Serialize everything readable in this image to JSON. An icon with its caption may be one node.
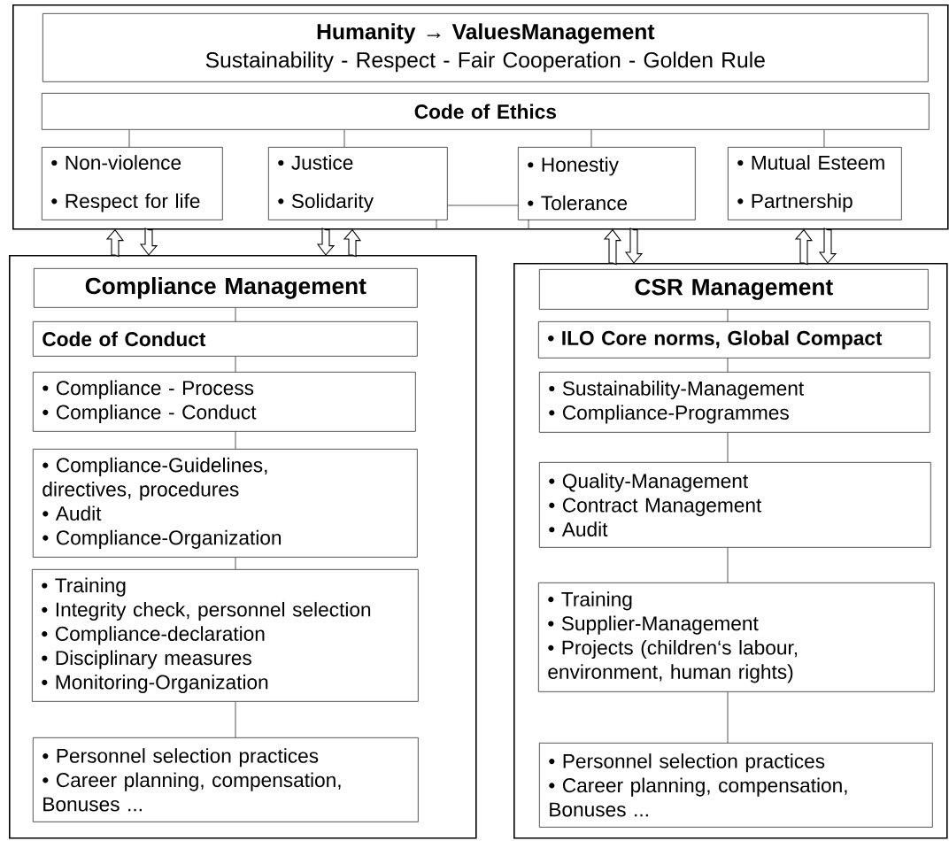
{
  "diagram": {
    "nodes": [
      {
        "text": [],
        "shape": "box"
      },
      {
        "text": [
          "Humanity → ValuesManagement",
          "Sustainability - Respect - Fair Cooperation - Golden Rule"
        ],
        "in": 0
      },
      {
        "text": [
          "Code of Ethics"
        ],
        "in": 0
      },
      {
        "text": [
          "• Non-violence",
          "• Respect for life"
        ],
        "in": 0
      },
      {
        "text": [
          "• Justice",
          "• Solidarity"
        ],
        "in": 0
      },
      {
        "text": [
          "• Honestiy",
          "• Tolerance"
        ],
        "in": 0
      },
      {
        "text": [
          "• Mutual Esteem",
          "• Partnership"
        ],
        "in": 0
      },
      {
        "text": [],
        "shape": "box"
      },
      {
        "text": [
          "Compliance Management"
        ],
        "in": 7
      },
      {
        "text": [
          "Code of Conduct"
        ],
        "in": 7
      },
      {
        "text": [
          "• Compliance - Process",
          "• Compliance - Conduct"
        ],
        "in": 7
      },
      {
        "text": [
          "• Compliance-Guidelines, directives, procedures",
          "• Audit",
          "• Compliance-Organization"
        ],
        "in": 7
      },
      {
        "text": [
          "• Training",
          "• Integrity check, personnel selection",
          "• Compliance-declaration",
          "• Disciplinary measures",
          "• Monitoring-Organization"
        ],
        "in": 7
      },
      {
        "text": [
          "• Personnel selection practices",
          "• Career planning, compensation, Bonuses ..."
        ],
        "in": 7
      },
      {
        "text": [],
        "shape": "box"
      },
      {
        "text": [
          "CSR Management"
        ],
        "in": 14
      },
      {
        "text": [
          "• ILO Core norms, Global Compact"
        ],
        "in": 14
      },
      {
        "text": [
          "• Sustainability-Management",
          "• Compliance-Programmes"
        ],
        "in": 14
      },
      {
        "text": [
          "• Quality-Management",
          "• Contract Management",
          "• Audit"
        ],
        "in": 14
      },
      {
        "text": [
          "• Training",
          "• Supplier-Management",
          "• Projects (children‘s labour, environment, human rights)"
        ],
        "in": 14
      },
      {
        "text": [
          "• Personnel selection practices",
          "• Career planning, compensation, Bonuses ..."
        ],
        "in": 14
      }
    ],
    "edges": [
      {
        "from": 2,
        "to": 3,
        "arrow": "none"
      },
      {
        "from": 2,
        "to": 4,
        "arrow": "none"
      },
      {
        "from": 2,
        "to": 5,
        "arrow": "none"
      },
      {
        "from": 2,
        "to": 6,
        "arrow": "none"
      },
      {
        "from": 4,
        "to": 5,
        "arrow": "none"
      },
      {
        "from": 7,
        "to": 0,
        "arrow": "to"
      },
      {
        "from": 0,
        "to": 7,
        "arrow": "to"
      },
      {
        "from": 0,
        "to": 7,
        "arrow": "to"
      },
      {
        "from": 7,
        "to": 0,
        "arrow": "to"
      },
      {
        "from": 14,
        "to": 0,
        "arrow": "to"
      },
      {
        "from": 0,
        "to": 14,
        "arrow": "to"
      },
      {
        "from": 14,
        "to": 0,
        "arrow": "to"
      },
      {
        "from": 0,
        "to": 14,
        "arrow": "to"
      },
      {
        "from": 8,
        "to": 9,
        "arrow": "none"
      },
      {
        "from": 9,
        "to": 10,
        "arrow": "none"
      },
      {
        "from": 10,
        "to": 11,
        "arrow": "none"
      },
      {
        "from": 11,
        "to": 12,
        "arrow": "none"
      },
      {
        "from": 12,
        "to": 13,
        "arrow": "none"
      },
      {
        "from": 15,
        "to": 16,
        "arrow": "none"
      },
      {
        "from": 16,
        "to": 17,
        "arrow": "none"
      },
      {
        "from": 17,
        "to": 18,
        "arrow": "none"
      },
      {
        "from": 18,
        "to": 19,
        "arrow": "none"
      },
      {
        "from": 19,
        "to": 20,
        "arrow": "none"
      }
    ]
  }
}
